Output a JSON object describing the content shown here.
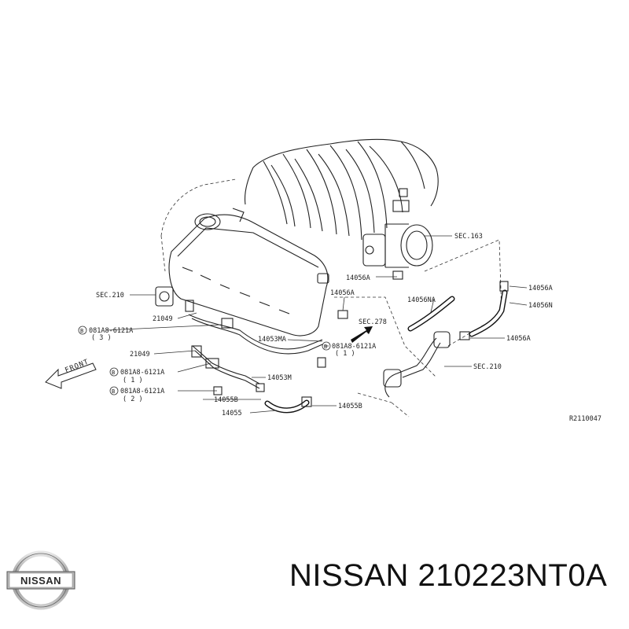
{
  "callouts": {
    "sec163": "SEC.163",
    "sec210_left": "SEC.210",
    "sec210_right": "SEC.210",
    "sec278": "SEC.278",
    "p14056a_1": "14056A",
    "p14056a_2": "14056A",
    "p14056a_3": "14056A",
    "p14056na": "14056NA",
    "p14056n": "14056N",
    "p14056a_r": "14056A",
    "p21049_1": "21049",
    "p21049_2": "21049",
    "bolt_1": "081A8-6121A",
    "bolt_1_qty": "( 3 )",
    "bolt_2": "081A8-6121A",
    "bolt_2_qty": "( 1 )",
    "bolt_3": "081A8-6121A",
    "bolt_3_qty": "( 1 )",
    "bolt_4": "081A8-6121A",
    "bolt_4_qty": "( 2 )",
    "p14053ma": "14053MA",
    "p14053m": "14053M",
    "p14055b_1": "14055B",
    "p14055b_2": "14055B",
    "p14055": "14055",
    "front": "FRONT",
    "bolt_marker": "B",
    "ref_code": "R2110047"
  },
  "logo": {
    "text": "NISSAN"
  },
  "brand": {
    "part_number": "NISSAN 210223NT0A"
  }
}
